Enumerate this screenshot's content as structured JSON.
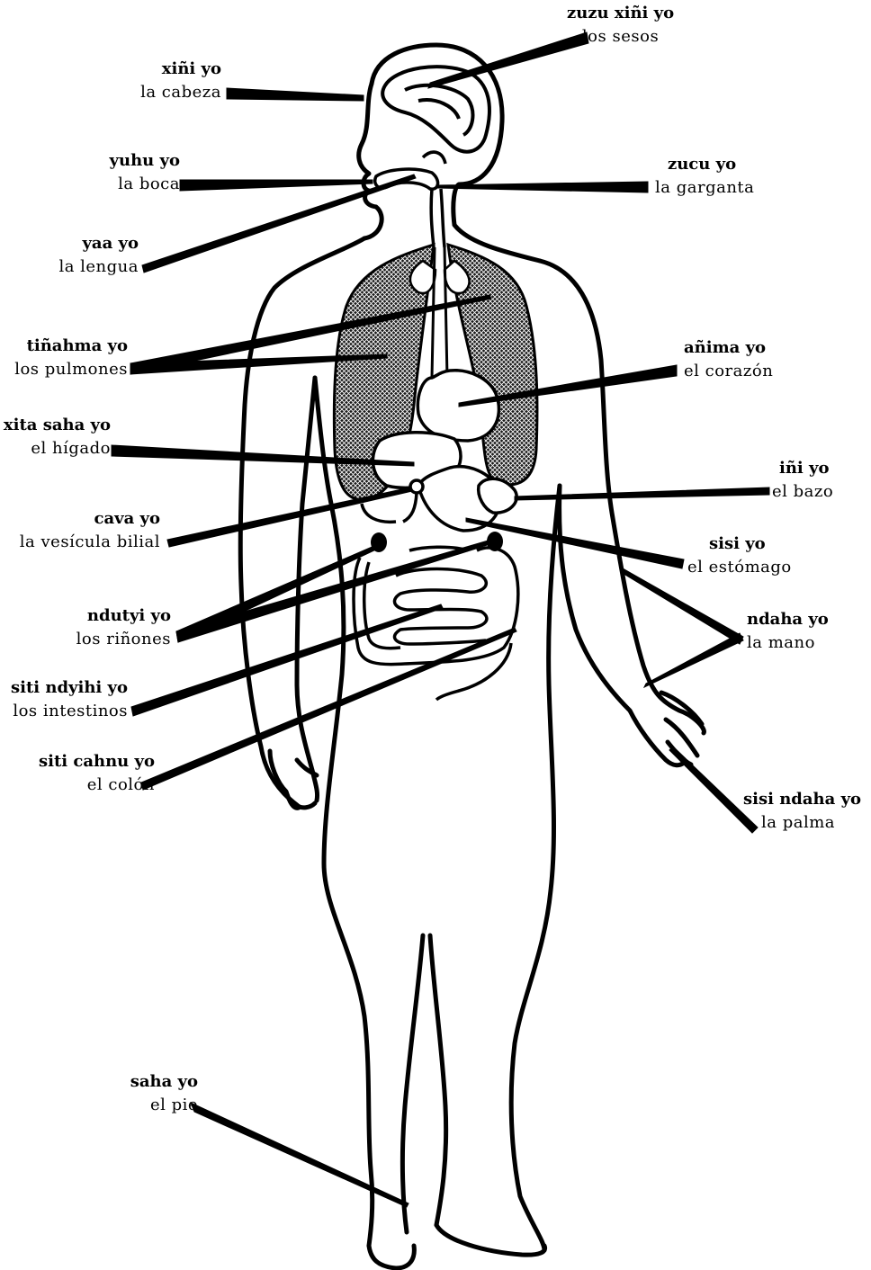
{
  "labels": {
    "brain": {
      "mixtec": "zuzu xiñi yo",
      "spanish": "los sesos"
    },
    "head": {
      "mixtec": "xiñi yo",
      "spanish": "la cabeza"
    },
    "mouth": {
      "mixtec": "yuhu yo",
      "spanish": "la boca"
    },
    "throat": {
      "mixtec": "zucu yo",
      "spanish": "la garganta"
    },
    "tongue": {
      "mixtec": "yaa yo",
      "spanish": "la lengua"
    },
    "lungs": {
      "mixtec": "tiñahma yo",
      "spanish": "los pulmones"
    },
    "heart": {
      "mixtec": "añima yo",
      "spanish": "el corazón"
    },
    "liver": {
      "mixtec": "xita saha yo",
      "spanish": "el hígado"
    },
    "spleen": {
      "mixtec": "iñi yo",
      "spanish": "el bazo"
    },
    "gall": {
      "mixtec": "cava yo",
      "spanish": "la vesícula bilial"
    },
    "stomach": {
      "mixtec": "sisi yo",
      "spanish": "el estómago"
    },
    "kidneys": {
      "mixtec": "ndutyi yo",
      "spanish": "los riñones"
    },
    "hand": {
      "mixtec": "ndaha yo",
      "spanish": "la mano"
    },
    "intestines": {
      "mixtec": "siti ndyihi yo",
      "spanish": "los intestinos"
    },
    "colon": {
      "mixtec": "siti cahnu yo",
      "spanish": "el colón"
    },
    "palm": {
      "mixtec": "sisi ndaha yo",
      "spanish": "la palma"
    },
    "foot": {
      "mixtec": "saha yo",
      "spanish": "el pie"
    }
  }
}
